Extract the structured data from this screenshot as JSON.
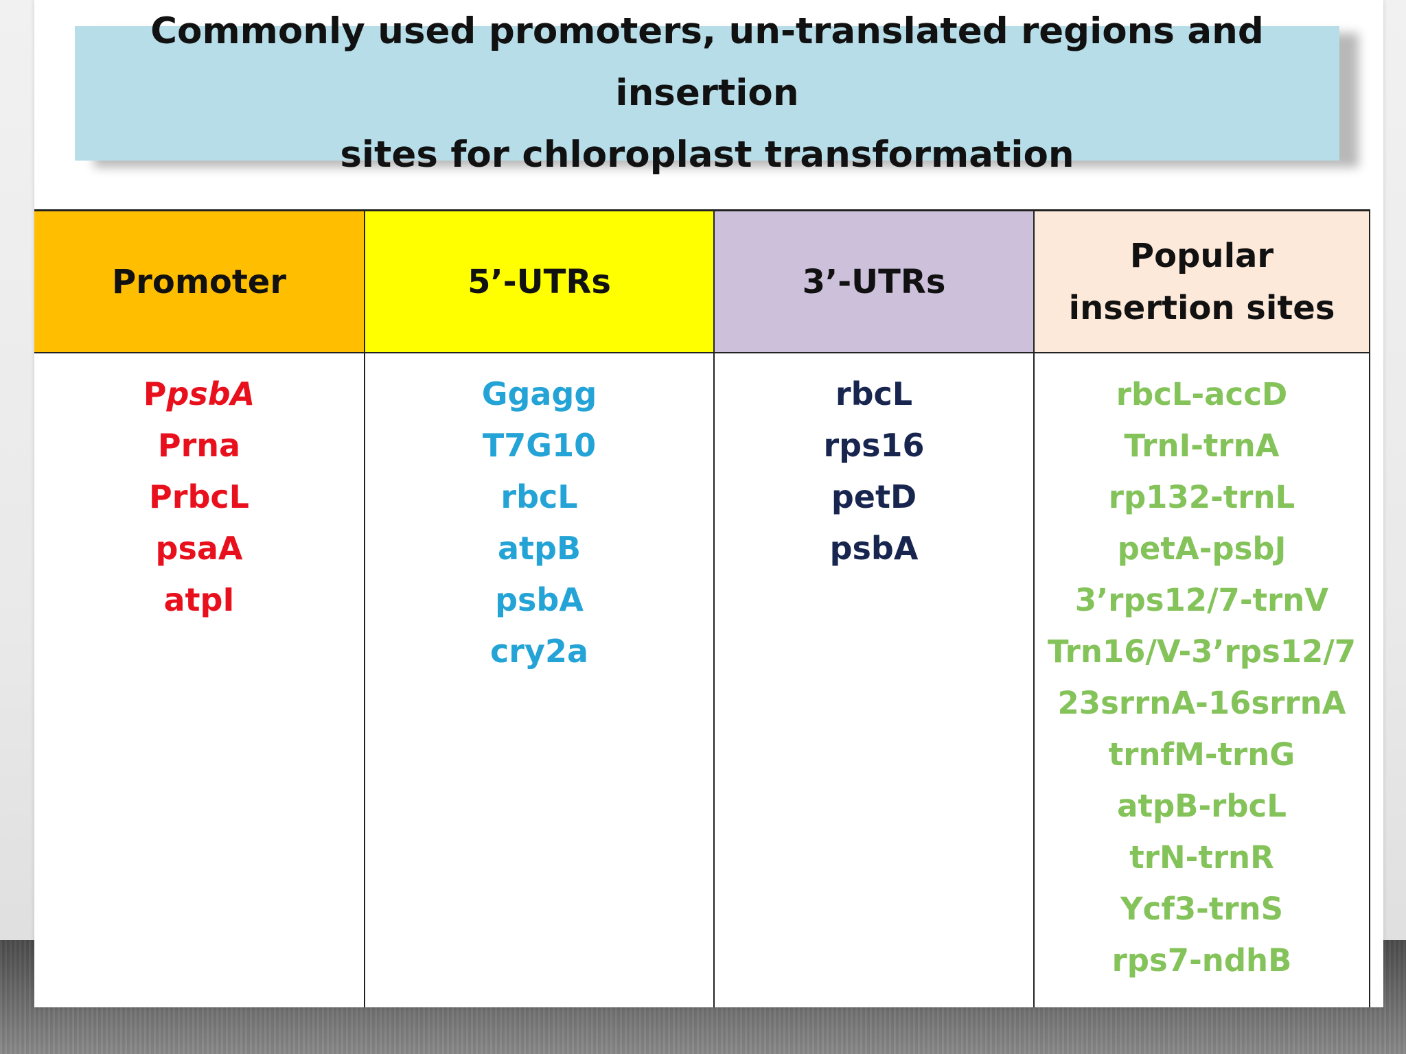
{
  "title": {
    "line1": "Commonly used promoters, un-translated regions and insertion",
    "line2": "sites for chloroplast transformation"
  },
  "table": {
    "headers": {
      "promoter": "Promoter",
      "utr5": "5’-UTRs",
      "utr3": "3’-UTRs",
      "sites": "Popular insertion sites"
    },
    "promoters": {
      "first_prefix": "P",
      "first_italic": "psbA",
      "rest": [
        "Prna",
        "PrbcL",
        "psaA",
        "atpI"
      ]
    },
    "utr5": [
      "Ggagg",
      "T7G10",
      "rbcL",
      "atpB",
      "psbA",
      "cry2a"
    ],
    "utr3": [
      "rbcL",
      "rps16",
      "petD",
      "psbA"
    ],
    "sites": [
      "rbcL-accD",
      "TrnI-trnA",
      "rp132-trnL",
      "petA-psbJ",
      "3’rps12/7-trnV",
      "Trn16/V-3’rps12/7",
      "23srrnA-16srrnA",
      "trnfM-trnG",
      "atpB-rbcL",
      "trN-trnR",
      "Ycf3-trnS",
      "rps7-ndhB"
    ]
  },
  "colors": {
    "title_bg": "#b7dde8",
    "promoter_header": "#ffbf00",
    "utr5_header": "#ffff00",
    "utr3_header": "#ccc0da",
    "sites_header": "#fde9d9",
    "promoter_text": "#e8101c",
    "utr5_text": "#23a3d6",
    "utr3_text": "#17254f",
    "sites_text": "#84c25a"
  }
}
